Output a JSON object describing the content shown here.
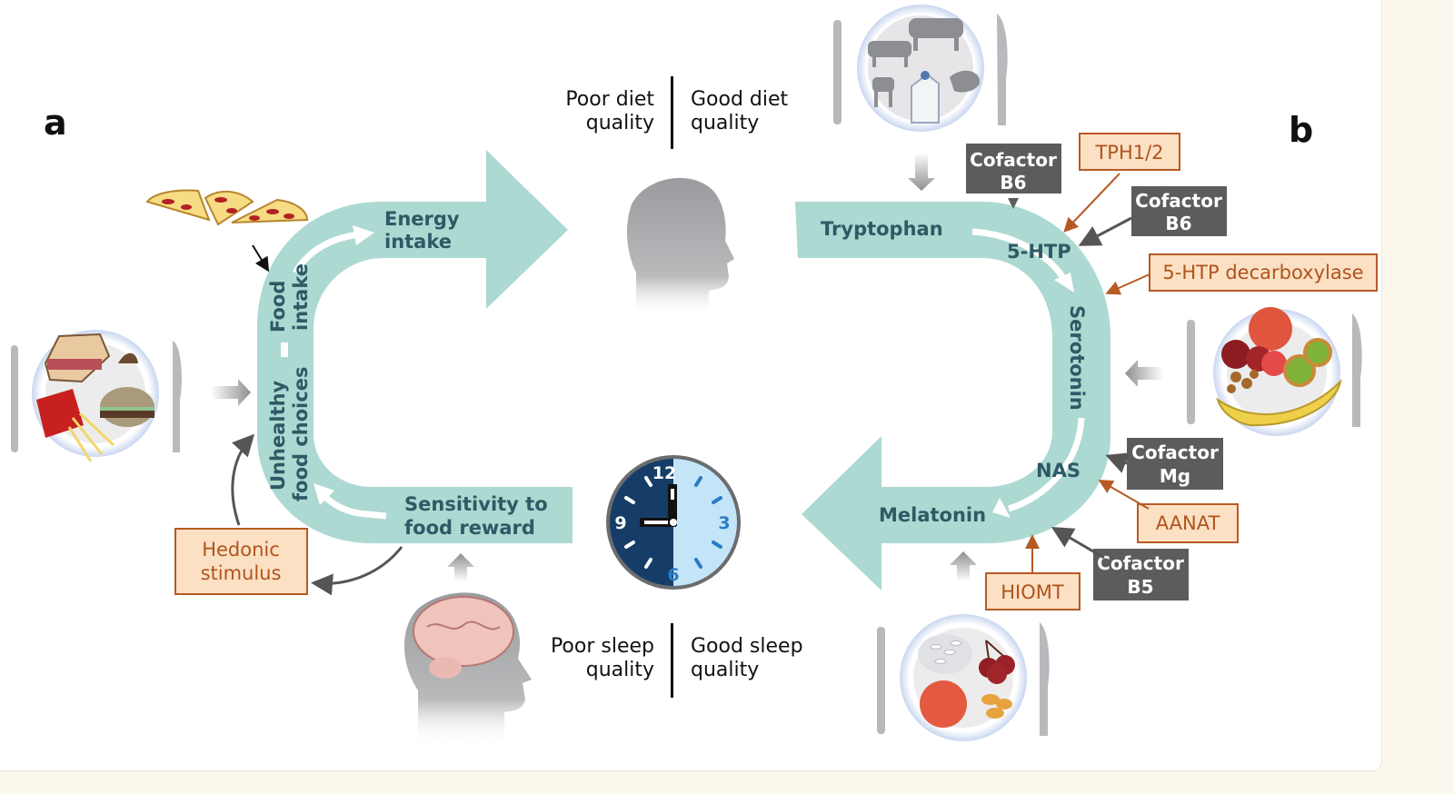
{
  "panels": {
    "a": "a",
    "b": "b"
  },
  "colors": {
    "loop_teal": "#acd9d1",
    "loop_text": "#2e5a66",
    "cofactor_box": "#5b5c5e",
    "enzyme_box_fill": "#fbe0c4",
    "enzyme_box_border": "#b65a24",
    "clock_dark": "#163d68",
    "clock_light": "#c4e4f7",
    "background": "#fcf8ee"
  },
  "diet_quality": {
    "poor_line1": "Poor diet",
    "poor_line2": "quality",
    "good_line1": "Good diet",
    "good_line2": "quality"
  },
  "sleep_quality": {
    "poor_line1": "Poor sleep",
    "poor_line2": "quality",
    "good_line1": "Good sleep",
    "good_line2": "quality"
  },
  "loop_a": {
    "energy_intake": [
      "Energy",
      "intake"
    ],
    "food_intake": [
      "Food",
      "intake"
    ],
    "unhealthy_food_choices": [
      "Unhealthy",
      "food choices"
    ],
    "sensitivity": [
      "Sensitivity to",
      "food reward"
    ],
    "hedonic_stimulus": [
      "Hedonic",
      "stimulus"
    ]
  },
  "loop_b": {
    "tryptophan": "Tryptophan",
    "five_htp": "5-HTP",
    "serotonin": "Serotonin",
    "nas": "NAS",
    "melatonin": "Melatonin"
  },
  "cofactors": [
    {
      "line1": "Cofactor",
      "line2": "B6"
    },
    {
      "line1": "Cofactor",
      "line2": "B6"
    },
    {
      "line1": "Cofactor",
      "line2": "Mg"
    },
    {
      "line1": "Cofactor",
      "line2": "B5"
    }
  ],
  "enzymes": [
    "TPH1/2",
    "5-HTP decarboxylase",
    "AANAT",
    "HIOMT"
  ],
  "clock": {
    "numbers": [
      "12",
      "3",
      "6",
      "9"
    ],
    "time": "9:00"
  },
  "icons": [
    "pizza-icon",
    "junk-food-plate-icon",
    "animal-protein-plate-icon",
    "fruit-plate-icon",
    "rice-cherry-plate-icon",
    "head-silhouette-icon",
    "brain-head-icon",
    "clock-icon",
    "fork-icon",
    "knife-icon"
  ]
}
